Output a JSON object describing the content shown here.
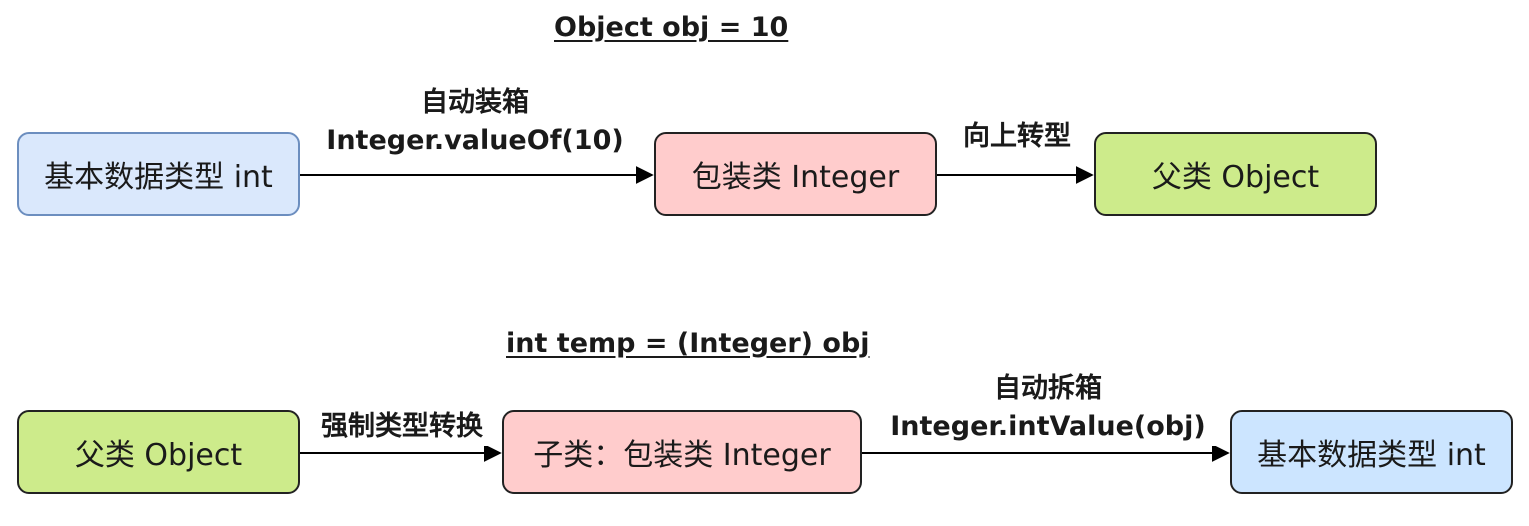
{
  "colors": {
    "blue": "#dae8fc",
    "blue_border": "#6c8ebf",
    "blue2": "#cce5ff",
    "red": "#ffcccc",
    "green": "#cdeb8b"
  },
  "row1": {
    "title": "Object obj = 10",
    "box_primitive": "基本数据类型 int",
    "box_wrapper": "包装类 Integer",
    "box_parent": "父类 Object",
    "edge1_label_line1": "自动装箱",
    "edge1_label_line2": "Integer.valueOf(10)",
    "edge2_label": "向上转型"
  },
  "row2": {
    "title": "int temp = (Integer) obj",
    "box_parent": "父类 Object",
    "box_child": "子类：包装类 Integer",
    "box_primitive": "基本数据类型 int",
    "edge1_label": "强制类型转换",
    "edge2_label_line1": "自动拆箱",
    "edge2_label_line2": "Integer.intValue(obj)"
  }
}
